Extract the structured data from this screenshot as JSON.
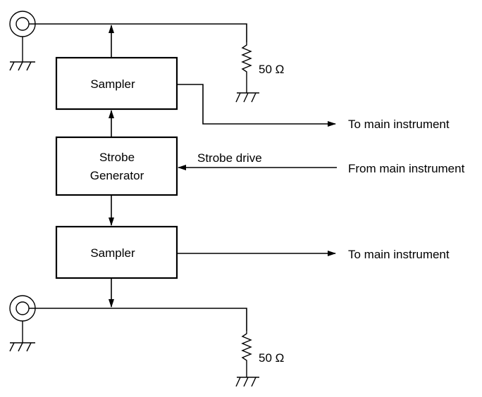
{
  "blocks": {
    "sampler_top": "Sampler",
    "strobe_line1": "Strobe",
    "strobe_line2": "Generator",
    "sampler_bottom": "Sampler"
  },
  "labels": {
    "resistor_top": "50 Ω",
    "resistor_bottom": "50 Ω",
    "out_top": "To main instrument",
    "strobe_drive": "Strobe drive",
    "from_main": "From main instrument",
    "out_bottom": "To main instrument"
  }
}
